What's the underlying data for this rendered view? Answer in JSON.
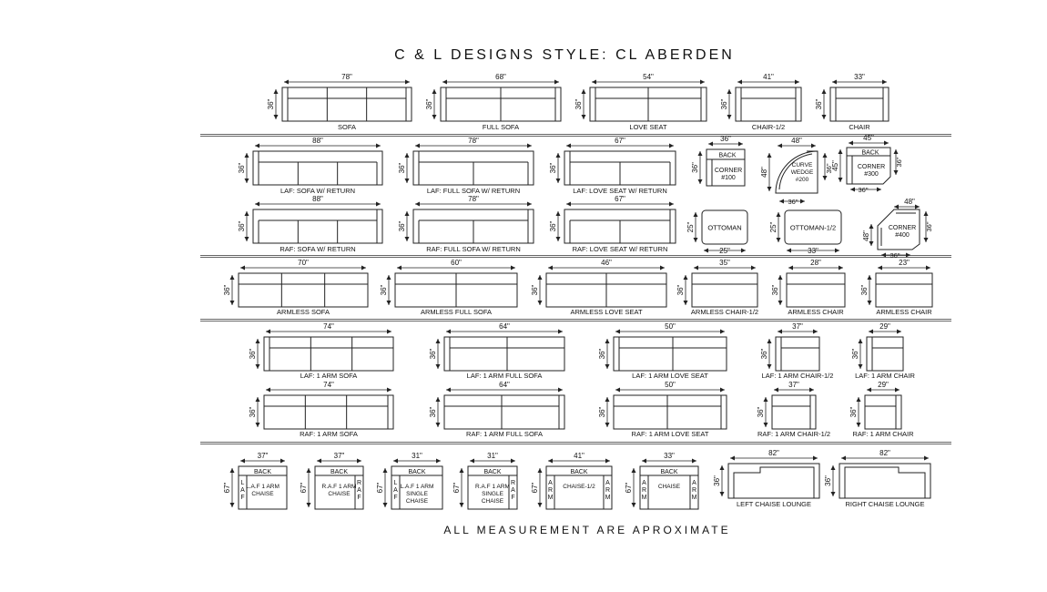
{
  "title": "C & L DESIGNS STYLE:  CL ABERDEN",
  "footer": "ALL MEASUREMENT ARE APROXIMATE",
  "colors": {
    "line": "#222222",
    "separator": "#666666"
  },
  "pieces": [
    {
      "id": "sofa",
      "label": "SOFA",
      "width": "78\"",
      "depth": "36\""
    },
    {
      "id": "full-sofa",
      "label": "FULL SOFA",
      "width": "68\"",
      "depth": "36\""
    },
    {
      "id": "love-seat",
      "label": "LOVE SEAT",
      "width": "54\"",
      "depth": "36\""
    },
    {
      "id": "chair-half",
      "label": "CHAIR-1/2",
      "width": "41\"",
      "depth": "36\""
    },
    {
      "id": "chair",
      "label": "CHAIR",
      "width": "33\"",
      "depth": "36\""
    },
    {
      "id": "laf-sofa-return",
      "label": "LAF: SOFA W/ RETURN",
      "width": "88\"",
      "depth": "36\""
    },
    {
      "id": "laf-full-sofa-return",
      "label": "LAF: FULL SOFA W/ RETURN",
      "width": "78\"",
      "depth": "36\""
    },
    {
      "id": "laf-love-seat-return",
      "label": "LAF: LOVE SEAT W/ RETURN",
      "width": "67\"",
      "depth": "36\""
    },
    {
      "id": "corner-100",
      "label": "CORNER #100",
      "inner_label": "BACK",
      "width": "36\"",
      "depth": "36\""
    },
    {
      "id": "curve-wedge-200",
      "label": "CURVE WEDGE #200",
      "width": "48\"",
      "depth": "48\"",
      "width_bottom": "36\"",
      "depth_right": "36\""
    },
    {
      "id": "corner-300",
      "label": "CORNER #300",
      "inner_label": "BACK",
      "width": "45\"",
      "depth": "45\"",
      "width_bottom": "36\"",
      "depth_right": "36\""
    },
    {
      "id": "raf-sofa-return",
      "label": "RAF: SOFA W/ RETURN",
      "width": "88\"",
      "depth": "36\""
    },
    {
      "id": "raf-full-sofa-return",
      "label": "RAF: FULL SOFA W/ RETURN",
      "width": "78\"",
      "depth": "36\""
    },
    {
      "id": "raf-love-seat-return",
      "label": "RAF: LOVE SEAT W/ RETURN",
      "width": "67\"",
      "depth": "36\""
    },
    {
      "id": "ottoman",
      "label": "OTTOMAN",
      "width": "25\"",
      "depth": "25\""
    },
    {
      "id": "ottoman-half",
      "label": "OTTOMAN-1/2",
      "width": "33\"",
      "depth": "25\""
    },
    {
      "id": "corner-400",
      "label": "CORNER #400",
      "width": "48\"",
      "depth": "48\"",
      "width_bottom": "36\"",
      "depth_right": "36\""
    },
    {
      "id": "armless-sofa",
      "label": "ARMLESS SOFA",
      "width": "70\"",
      "depth": "36\""
    },
    {
      "id": "armless-full-sofa",
      "label": "ARMLESS FULL SOFA",
      "width": "60\"",
      "depth": "36\""
    },
    {
      "id": "armless-love-seat",
      "label": "ARMLESS LOVE SEAT",
      "width": "46\"",
      "depth": "36\""
    },
    {
      "id": "armless-chair-half",
      "label": "ARMLESS CHAIR-1/2",
      "width": "35\"",
      "depth": "36\""
    },
    {
      "id": "armless-chair",
      "label": "ARMLESS CHAIR",
      "width": "28\"",
      "depth": "36\""
    },
    {
      "id": "armless-chair-2",
      "label": "ARMLESS CHAIR",
      "width": "23\"",
      "depth": "36\""
    },
    {
      "id": "laf-1arm-sofa",
      "label": "LAF: 1 ARM SOFA",
      "width": "74\"",
      "depth": "36\""
    },
    {
      "id": "laf-1arm-full-sofa",
      "label": "LAF: 1 ARM FULL SOFA",
      "width": "64\"",
      "depth": "36\""
    },
    {
      "id": "laf-1arm-love-seat",
      "label": "LAF: 1 ARM LOVE SEAT",
      "width": "50\"",
      "depth": "36\""
    },
    {
      "id": "laf-1arm-chair-half",
      "label": "LAF: 1 ARM CHAIR-1/2",
      "width": "37\"",
      "depth": "36\""
    },
    {
      "id": "laf-1arm-chair",
      "label": "LAF: 1 ARM CHAIR",
      "width": "29\"",
      "depth": "36\""
    },
    {
      "id": "raf-1arm-sofa",
      "label": "RAF: 1 ARM SOFA",
      "width": "74\"",
      "depth": "36\""
    },
    {
      "id": "raf-1arm-full-sofa",
      "label": "RAF: 1 ARM FULL SOFA",
      "width": "64\"",
      "depth": "36\""
    },
    {
      "id": "raf-1arm-love-seat",
      "label": "RAF: 1 ARM LOVE SEAT",
      "width": "50\"",
      "depth": "36\""
    },
    {
      "id": "raf-1arm-chair-half",
      "label": "RAF: 1 ARM CHAIR-1/2",
      "width": "37\"",
      "depth": "36\""
    },
    {
      "id": "raf-1arm-chair",
      "label": "RAF: 1 ARM CHAIR",
      "width": "29\"",
      "depth": "36\""
    },
    {
      "id": "laf-1arm-chaise",
      "label": "L.A.F 1 ARM CHAISE",
      "inner_label": "BACK",
      "side_label": "LAF",
      "width": "37\"",
      "depth": "67\""
    },
    {
      "id": "raf-1arm-chaise",
      "label": "R.A.F 1 ARM CHAISE",
      "inner_label": "BACK",
      "side_label": "RAF",
      "width": "37\"",
      "depth": "67\""
    },
    {
      "id": "laf-1arm-single-chaise",
      "label": "L.A.F 1 ARM SINGLE CHAISE",
      "inner_label": "BACK",
      "side_label": "LAF",
      "width": "31\"",
      "depth": "67\""
    },
    {
      "id": "raf-1arm-single-chaise",
      "label": "R.A.F 1 ARM SINGLE CHAISE",
      "inner_label": "BACK",
      "side_label": "RAF",
      "width": "31\"",
      "depth": "67\""
    },
    {
      "id": "chaise-half",
      "label": "CHAISE-1/2",
      "inner_label": "BACK",
      "side_label": "ARM",
      "width": "41\"",
      "depth": "67\""
    },
    {
      "id": "chaise",
      "label": "CHAISE",
      "inner_label": "BACK",
      "side_label": "ARM",
      "width": "33\"",
      "depth": "67\""
    },
    {
      "id": "left-chaise-lounge",
      "label": "LEFT CHAISE LOUNGE",
      "width": "82\"",
      "depth": "36\""
    },
    {
      "id": "right-chaise-lounge",
      "label": "RIGHT CHAISE LOUNGE",
      "width": "82\"",
      "depth": "36\""
    }
  ]
}
